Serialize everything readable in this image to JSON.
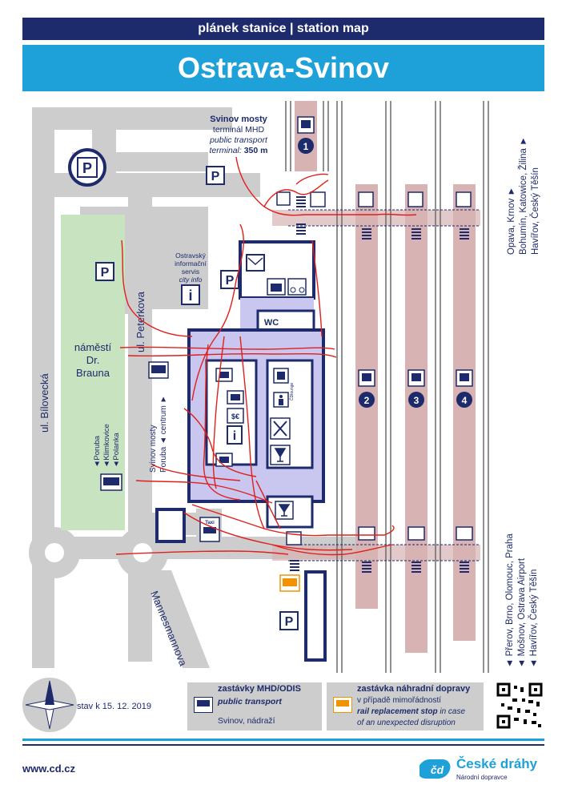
{
  "header": {
    "subtitle": "plánek stanice | station map",
    "title": "Ostrava-Svinov"
  },
  "streets": {
    "bilovecka": "ul. Bílovecká",
    "peterkova": "ul. Peterkova",
    "mannesmannova": "Mannesmannova"
  },
  "square": {
    "line1": "náměstí",
    "line2": "Dr.",
    "line3": "Brauna"
  },
  "terminal": {
    "title": "Svinov mosty",
    "line2": "terminál MHD",
    "line3": "public transport",
    "line4_a": "terminal: ",
    "line4_b": "350 m"
  },
  "info_centre": {
    "line1": "Ostravský",
    "line2": "informační",
    "line3": "servis",
    "line4": "city info"
  },
  "directions_west_a": [
    "◄Poruba",
    "◄Klimkovice",
    "◄Polanka"
  ],
  "directions_west_b": [
    "Svinov mosty",
    "Poruba ◄ centrum ►"
  ],
  "directions_north": [
    "Opava, Krnov ►",
    "Bohumín, Katowice, Žilina ►",
    "Havířov, Český Těšín"
  ],
  "directions_south": [
    "◄ Přerov, Brno, Olomouc, Praha",
    "◄ Mošnov, Ostrava Airport",
    "◄ Havířov, Český Těšín"
  ],
  "platforms": [
    "1",
    "2",
    "3",
    "4"
  ],
  "labels": {
    "wc": "WC",
    "taxi": "Taxi",
    "parking": "P",
    "lounge": "ČDlounge"
  },
  "legend": {
    "date": "stav k 15. 12. 2019",
    "mhd_title": "zastávky MHD/ODIS",
    "mhd_en": "public transport",
    "mhd_stop": "Svinov, nádraží",
    "rep_title": "zastávka náhradní dopravy",
    "rep_line1": "v případě mimořádností",
    "rep_line2_a": "rail replacement stop",
    "rep_line2_b": " in case",
    "rep_line3": "of an unexpected disruption"
  },
  "footer": {
    "url": "www.cd.cz",
    "brand": "České dráhy",
    "brand_sub": "Národní dopravce"
  },
  "colors": {
    "navy": "#1d2a6b",
    "blue": "#1ea0d9",
    "grey": "#cdcdcd",
    "green": "#c8e3c0",
    "platform": "#d7b3b4",
    "building": "#c9c6f0",
    "track": "#6b6b6b",
    "scribble": "#e0201c"
  }
}
